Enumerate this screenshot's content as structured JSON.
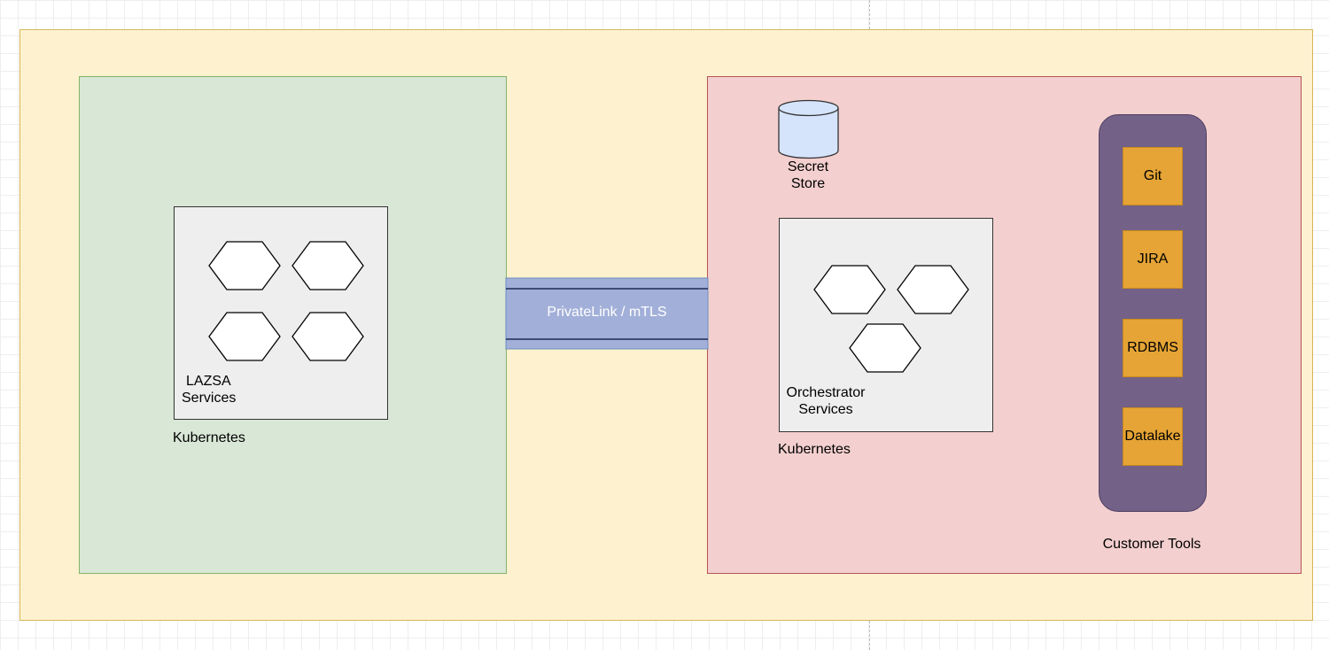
{
  "left_zone": {
    "cluster_label": "Kubernetes",
    "services_label_line1": "LAZSA",
    "services_label_line2": "Services"
  },
  "right_zone": {
    "cluster_label": "Kubernetes",
    "services_label_line1": "Orchestrator",
    "services_label_line2": "Services",
    "secret_store_line1": "Secret",
    "secret_store_line2": "Store"
  },
  "connection": {
    "label": "PrivateLink / mTLS"
  },
  "customer_tools": {
    "title": "Customer Tools",
    "items": [
      "Git",
      "JIRA",
      "RDBMS",
      "Datalake"
    ]
  },
  "colors": {
    "outer_fill": "#fdf1d0",
    "left_zone_fill": "#d9e7d6",
    "right_zone_fill": "#f3d0cf",
    "link_fill": "#a2b0d9",
    "tools_panel_fill": "#736187",
    "tool_fill": "#e5a435",
    "secret_store_fill": "#d5e4fb"
  }
}
